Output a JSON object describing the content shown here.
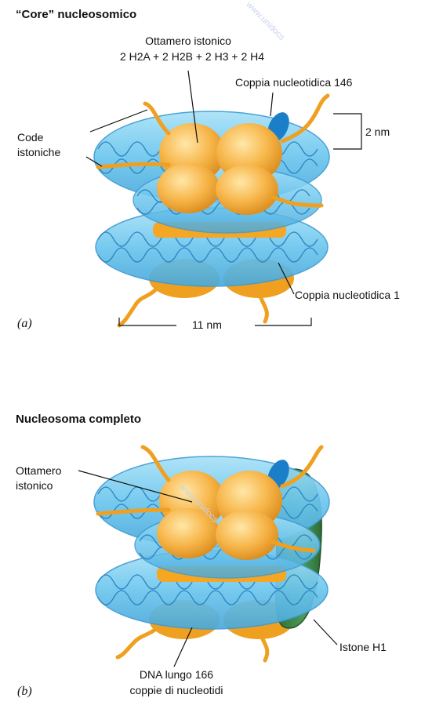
{
  "panel_a": {
    "title": "“Core” nucleosomico",
    "octamer_title": "Ottamero istonico",
    "octamer_formula": "2 H2A + 2 H2B + 2 H3 + 2 H4",
    "pair_146": "Coppia nucleotidica 146",
    "tails_line1": "Code",
    "tails_line2": "istoniche",
    "dim_height": "2 nm",
    "pair_1": "Coppia nucleotidica 1",
    "dim_width": "11 nm",
    "panel_letter": "(a)"
  },
  "panel_b": {
    "title": "Nucleosoma completo",
    "octamer_line1": "Ottamero",
    "octamer_line2": "istonico",
    "h1": "Istone H1",
    "dna_line1": "DNA lungo 166",
    "dna_line2": "coppie di nucleotidi",
    "panel_letter": "(b)"
  },
  "watermark": "www.unidocs",
  "colors": {
    "dna_blue": "#6cc6ee",
    "dna_stroke": "#2c84c0",
    "histone_orange": "#f5a623",
    "histone_light": "#ffd37a",
    "h1_green": "#3c8a48"
  }
}
